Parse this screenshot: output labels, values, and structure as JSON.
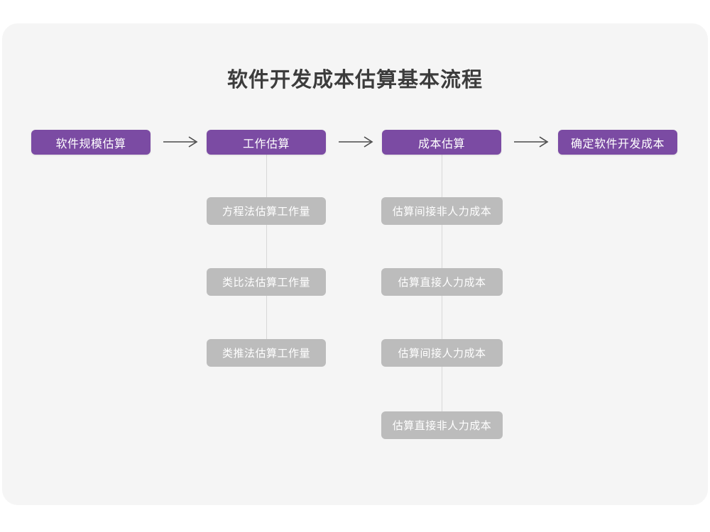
{
  "title": "软件开发成本估算基本流程",
  "colors": {
    "page_background": "#ffffff",
    "card_background": "#f5f5f5",
    "primary_node": "#7b4ba3",
    "secondary_node": "#bcbcbc",
    "connector": "#d8d8d8",
    "arrow": "#4a4a4a",
    "title_text": "#3c3c3c",
    "node_text": "#ffffff"
  },
  "chart_data": {
    "type": "diagram",
    "title": "软件开发成本估算基本流程",
    "orientation": "left-to-right main flow with vertical sub-item chains",
    "main_flow": [
      "软件规模估算",
      "工作估算",
      "成本估算",
      "确定软件开发成本"
    ],
    "connectors": [
      "→",
      "→",
      "→"
    ],
    "sub_items": {
      "工作估算": [
        "方程法估算工作量",
        "类比法估算工作量",
        "类推法估算工作量"
      ],
      "成本估算": [
        "估算间接非人力成本",
        "估算直接人力成本",
        "估算间接人力成本",
        "估算直接非人力成本"
      ]
    }
  },
  "main_nodes": [
    {
      "label": "软件规模估算"
    },
    {
      "label": "工作估算"
    },
    {
      "label": "成本估算"
    },
    {
      "label": "确定软件开发成本"
    }
  ],
  "arrows": [
    {
      "glyph": "arrow-right"
    },
    {
      "glyph": "arrow-right"
    },
    {
      "glyph": "arrow-right"
    }
  ],
  "column_work": [
    {
      "label": "方程法估算工作量"
    },
    {
      "label": "类比法估算工作量"
    },
    {
      "label": "类推法估算工作量"
    }
  ],
  "column_cost": [
    {
      "label": "估算间接非人力成本"
    },
    {
      "label": "估算直接人力成本"
    },
    {
      "label": "估算间接人力成本"
    },
    {
      "label": "估算直接非人力成本"
    }
  ]
}
